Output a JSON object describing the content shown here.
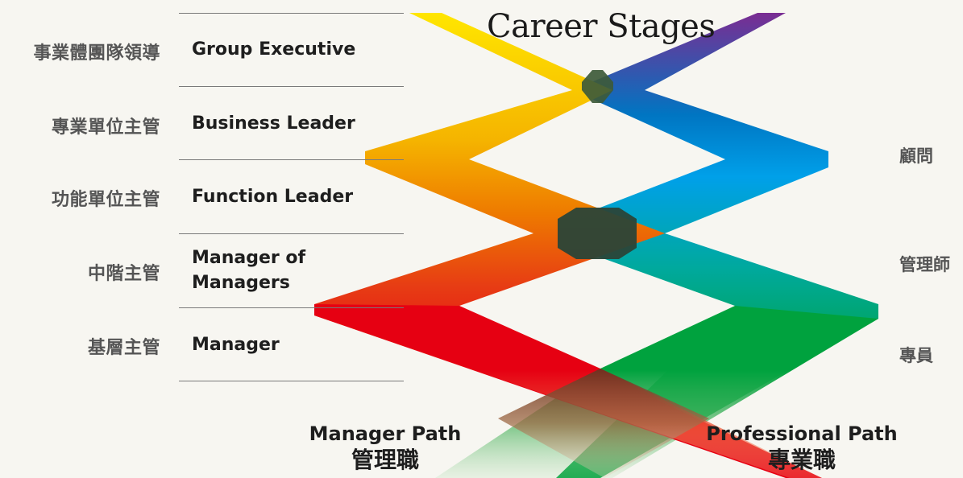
{
  "title": "Career Stages",
  "manager_levels": [
    {
      "zh": "事業體團隊領導",
      "en": [
        "Group Executive"
      ]
    },
    {
      "zh": "專業單位主管",
      "en": [
        "Business Leader"
      ]
    },
    {
      "zh": "功能單位主管",
      "en": [
        "Function Leader"
      ]
    },
    {
      "zh": "中階主管",
      "en": [
        "Manager of",
        "Managers"
      ]
    },
    {
      "zh": "基層主管",
      "en": [
        "Manager"
      ]
    }
  ],
  "professional_levels": [
    "顧問",
    "管理師",
    "專員"
  ],
  "paths": {
    "manager": {
      "en": "Manager Path",
      "zh": "管理職"
    },
    "professional": {
      "en": "Professional Path",
      "zh": "專業職"
    }
  },
  "colors": {
    "background": "#f7f6f1",
    "manager_path_gradient": [
      "#ffe600",
      "#f5b400",
      "#ee7a00",
      "#e73c14",
      "#e60012"
    ],
    "professional_path_gradient": [
      "#7b2c92",
      "#0075c2",
      "#00a0e9",
      "#00a99d",
      "#00a23e"
    ],
    "intersection": "#2f4a38"
  }
}
